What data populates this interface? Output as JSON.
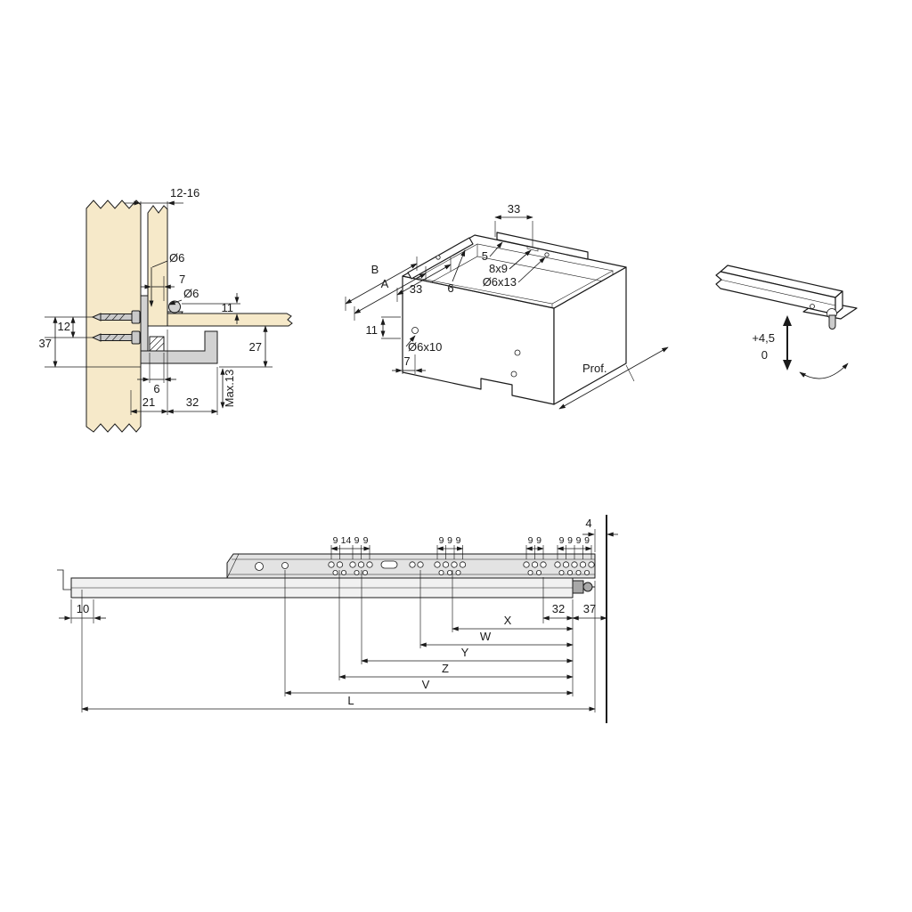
{
  "colors": {
    "wood": "#f6e9c9",
    "metal": "#d2d2d2",
    "rail_upper": "#e3e3e3",
    "rail_lower": "#f1f1f1",
    "line": "#1a1a1a"
  },
  "cross_section": {
    "panel_gap": "12-16",
    "hole_top": "Ø6",
    "offset_7": "7",
    "hole_mid": "Ø6",
    "clearance_11": "11",
    "spacing_12": "12",
    "height_37": "37",
    "height_27": "27",
    "width_6": "6",
    "width_21": "21",
    "width_32": "32",
    "max_13": "Max.13"
  },
  "isometric": {
    "top_33": "33",
    "slot_5": "5",
    "slot_8x9": "8x9",
    "hole_6x13": "Ø6x13",
    "label_b": "B",
    "label_a": "A",
    "left_33": "33",
    "offset_6": "6",
    "drop_11": "11",
    "hole_6x10": "Ø6x10",
    "offset_7": "7",
    "depth": "Prof."
  },
  "adjustment": {
    "max": "+4,5",
    "min": "0"
  },
  "rail_view": {
    "wall_gap": "4",
    "group1": [
      "9",
      "14",
      "9",
      "9"
    ],
    "group2": [
      "9",
      "9",
      "9"
    ],
    "group3": [
      "9",
      "9"
    ],
    "group4": [
      "9",
      "9",
      "9",
      "9"
    ],
    "offset_10": "10",
    "offset_32": "32",
    "offset_37": "37",
    "lengths": [
      "X",
      "W",
      "Y",
      "Z",
      "V",
      "L"
    ]
  }
}
